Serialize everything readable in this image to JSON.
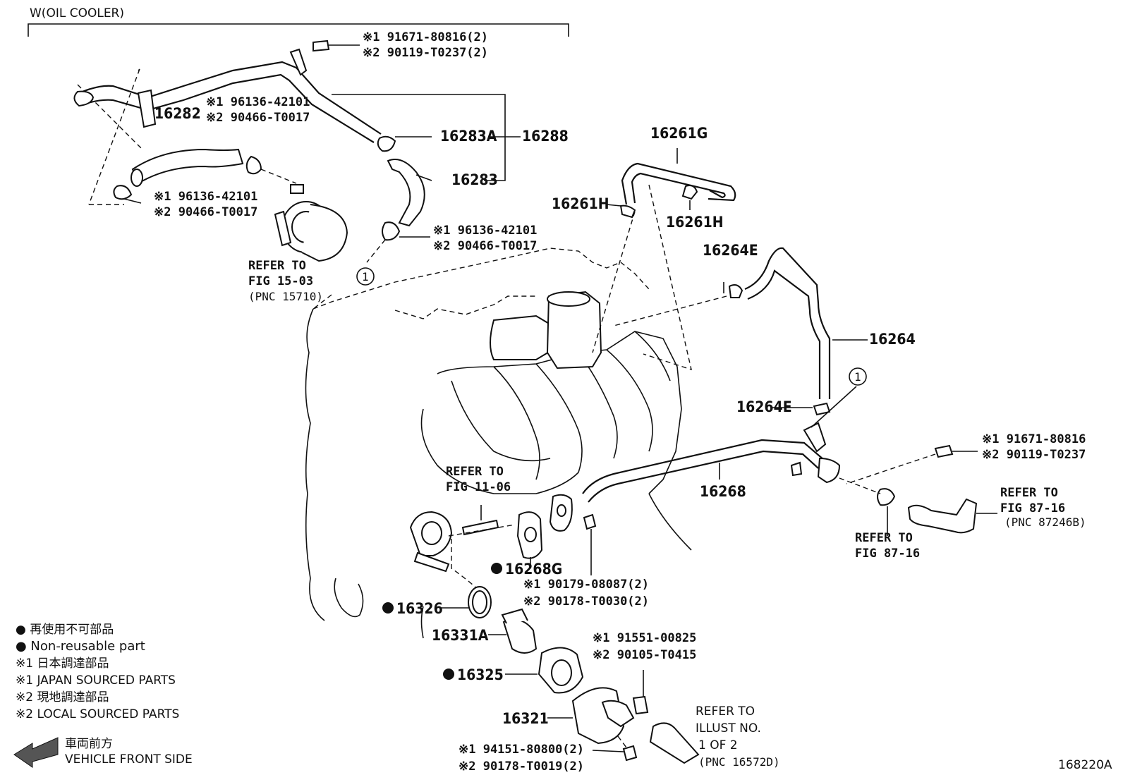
{
  "header": {
    "group_label": "W(OIL COOLER)"
  },
  "callouts": {
    "c_91671_1": "※1 91671-80816(2)",
    "c_90119_2": "※2 90119-T0237(2)",
    "c_96136_a1": "※1 96136-42101",
    "c_90466_a2": "※2 90466-T0017",
    "c_96136_b1": "※1 96136-42101",
    "c_90466_b2": "※2 90466-T0017",
    "c_96136_c1": "※1 96136-42101",
    "c_90466_c2": "※2 90466-T0017",
    "c_91671_r1": "※1 91671-80816",
    "c_90119_r2": "※2 90119-T0237",
    "c_90179_1": "※1 90179-08087(2)",
    "c_90178_2": "※2 90178-T0030(2)",
    "c_91551_1": "※1 91551-00825",
    "c_90105_2": "※2 90105-T0415",
    "c_94151_1": "※1 94151-80800(2)",
    "c_90178b_2": "※2 90178-T0019(2)"
  },
  "parts": {
    "p16282": "16282",
    "p16283A": "16283A",
    "p16288": "16288",
    "p16283": "16283",
    "p16261G": "16261G",
    "p16261H_a": "16261H",
    "p16261H_b": "16261H",
    "p16264E_a": "16264E",
    "p16264": "16264",
    "p16264E_b": "16264E",
    "p16268": "16268",
    "p16268G": "16268G",
    "p16326": "16326",
    "p16331A": "16331A",
    "p16325": "16325",
    "p16321": "16321"
  },
  "refs": {
    "ref1_l1": "REFER TO",
    "ref1_l2": "FIG 15-03",
    "ref1_l3": "(PNC 15710)",
    "ref2_l1": "REFER TO",
    "ref2_l2": "FIG 11-06",
    "ref3_l1": "REFER TO",
    "ref3_l2": "FIG 87-16",
    "ref3_l3": "(PNC 87246B)",
    "ref4_l1": "REFER TO",
    "ref4_l2": "FIG 87-16",
    "ref5_l1": "REFER TO",
    "ref5_l2": "ILLUST NO.",
    "ref5_l3": "1 OF 2",
    "ref5_l4": "(PNC 16572D)"
  },
  "markers": {
    "circle_1_a": "1",
    "circle_1_b": "1"
  },
  "legend": {
    "jp_nonreusable": "● 再使用不可部品",
    "en_nonreusable": "● Non-reusable part",
    "jp_japan": "※1 日本調達部品",
    "en_japan": "※1 JAPAN SOURCED PARTS",
    "jp_local": "※2 現地調達部品",
    "en_local": "※2 LOCAL SOURCED PARTS",
    "jp_front": "車両前方",
    "en_front": "VEHICLE FRONT SIDE"
  },
  "footer": {
    "illustration_id": "168220A"
  }
}
